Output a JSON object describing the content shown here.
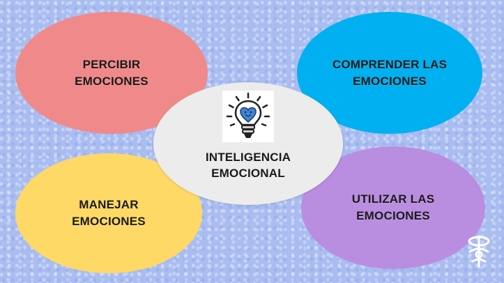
{
  "colors": {
    "background": "#a9bdf0",
    "top_left": "#f08a8a",
    "top_right": "#00b0f0",
    "bottom_left": "#ffd966",
    "bottom_right": "#b98ee0",
    "center": "#ececec"
  },
  "nodes": {
    "top_left": {
      "line1": "PERCIBIR",
      "line2": "EMOCIONES"
    },
    "top_right": {
      "line1": "COMPRENDER LAS",
      "line2": "EMOCIONES"
    },
    "bottom_left": {
      "line1": "MANEJAR",
      "line2": "EMOCIONES"
    },
    "bottom_right": {
      "line1": "UTILIZAR LAS",
      "line2": "EMOCIONES"
    },
    "center": {
      "line1": "INTELIGENCIA",
      "line2": "EMOCIONAL",
      "icon": "lightbulb-heart-icon"
    }
  },
  "logo_icon": "figure-logo-icon"
}
